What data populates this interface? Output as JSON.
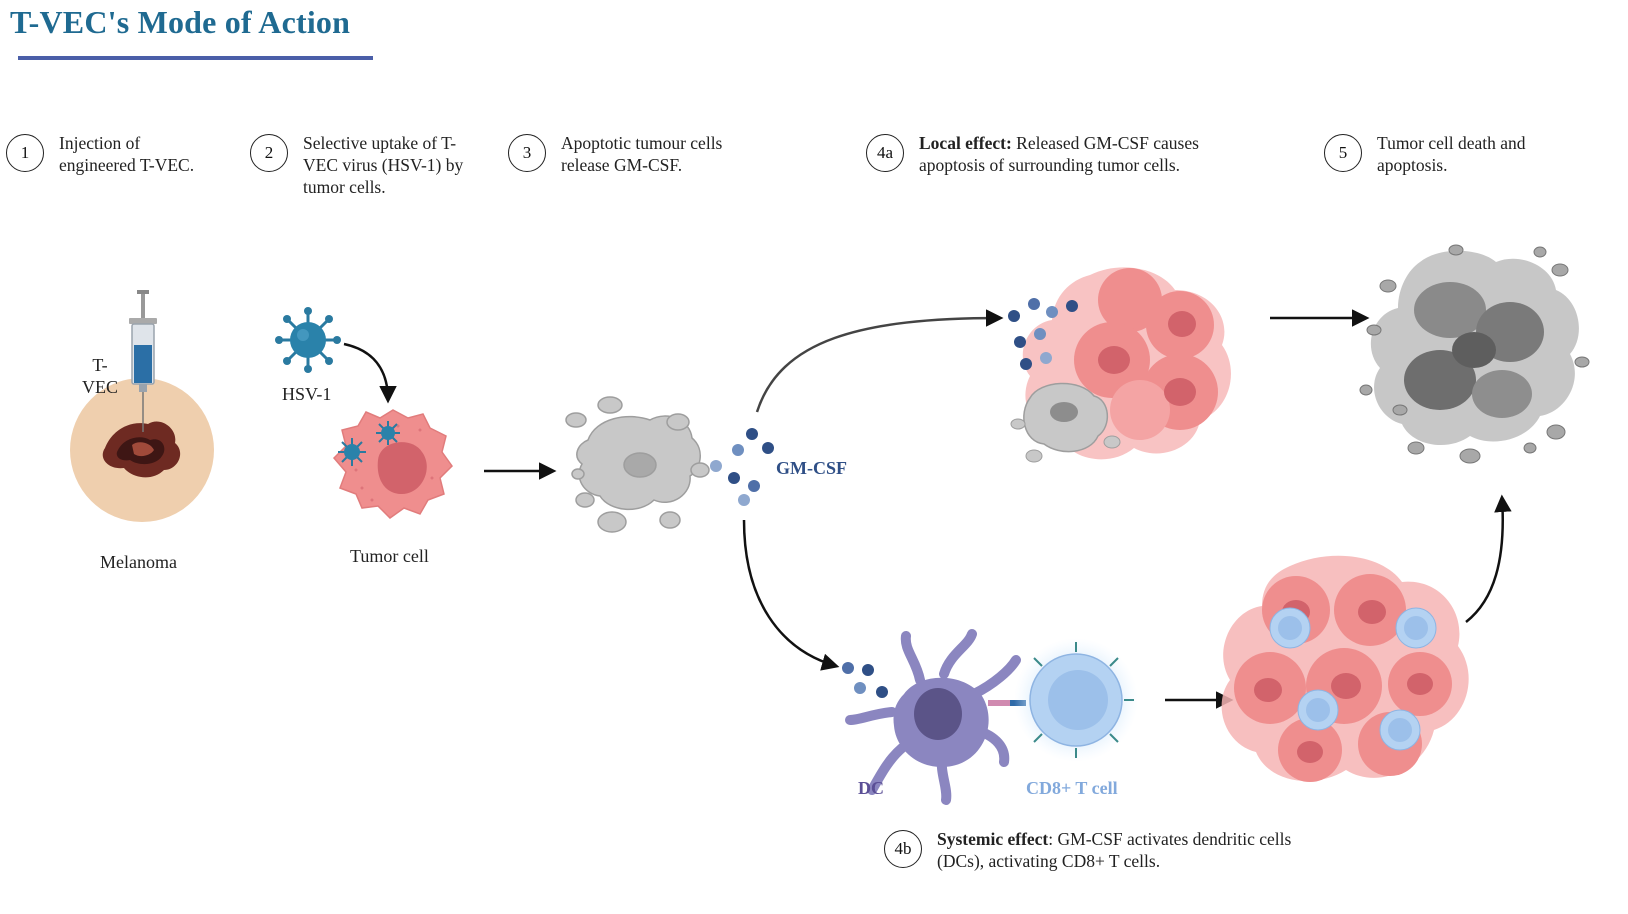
{
  "title": "T-VEC's Mode of Action",
  "steps": [
    {
      "num": "1",
      "bold": "",
      "text": "Injection of engineered T-VEC."
    },
    {
      "num": "2",
      "bold": "",
      "text": "Selective uptake of T-VEC virus (HSV-1) by tumor cells."
    },
    {
      "num": "3",
      "bold": "",
      "text": "Apoptotic tumour cells release GM-CSF."
    },
    {
      "num": "4a",
      "bold": "Local effect:",
      "text": " Released GM-CSF causes apoptosis of surrounding tumor cells."
    },
    {
      "num": "5",
      "bold": "",
      "text": "Tumor cell death and apoptosis."
    },
    {
      "num": "4b",
      "bold": "Systemic effect",
      "text": ": GM-CSF activates dendritic cells (DCs), activating CD8+ T cells."
    }
  ],
  "labels": {
    "tvec_line1": "T-",
    "tvec_line2": "VEC",
    "melanoma": "Melanoma",
    "hsv1": "HSV-1",
    "tumor_cell": "Tumor cell",
    "gmcsf": "GM-CSF",
    "dc": "DC",
    "cd8": "CD8+ T cell"
  },
  "colors": {
    "title": "#1f6a91",
    "underline": "#4a5ea8",
    "tumor": "#ef8e8e",
    "tumor_nucleus": "#d2636b",
    "apoptotic": "#c8c8c8",
    "gmcsf_text": "#2f4f86",
    "dc": "#8b86c0",
    "dc_text": "#5b4f96",
    "tcell": "#9cc0ea",
    "tcell_text": "#82a9dc",
    "virus": "#2a7aa0",
    "skin": "#efcfae"
  }
}
